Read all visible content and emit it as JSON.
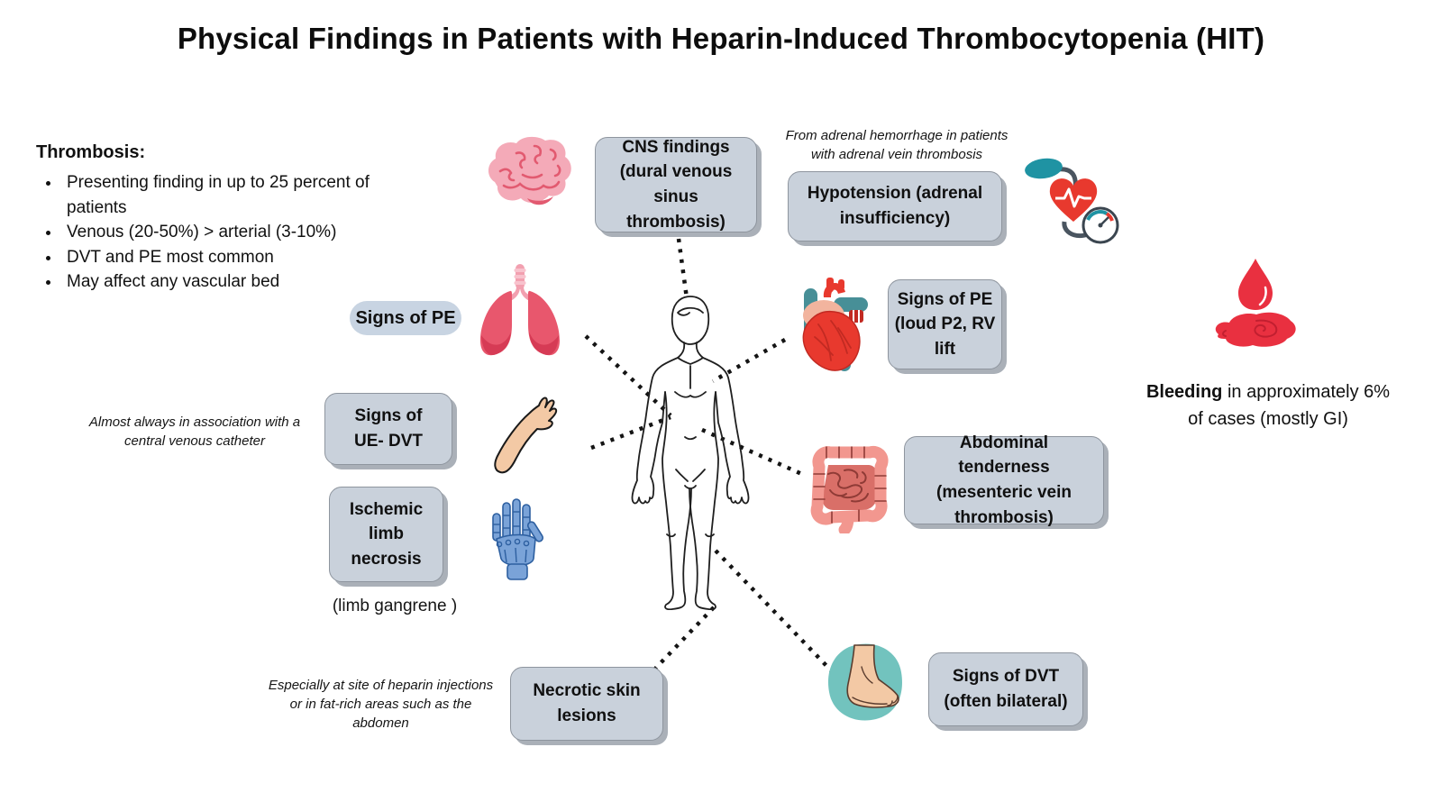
{
  "title": "Physical Findings in Patients with Heparin-Induced Thrombocytopenia (HIT)",
  "thrombosis": {
    "heading": "Thrombosis:",
    "bullets": [
      "Presenting finding in up to 25 percent of patients",
      "Venous (20-50%) > arterial (3-10%)",
      "DVT and PE most common",
      "May affect any vascular bed"
    ]
  },
  "findings": {
    "cns": "CNS findings (dural venous sinus thrombosis)",
    "hypotension": "Hypotension (adrenal insufficiency)",
    "pe_lungs": "Signs of PE",
    "pe_heart": "Signs of PE (loud P2, RV lift",
    "ue_dvt": "Signs of UE- DVT",
    "ischemic_limb": "Ischemic limb necrosis",
    "limb_gangrene": "(limb gangrene )",
    "abdominal": "Abdominal tenderness (mesenteric vein thrombosis)",
    "necrotic": "Necrotic skin lesions",
    "dvt": "Signs of DVT (often bilateral)"
  },
  "annotations": {
    "adrenal": "From adrenal hemorrhage in patients with adrenal vein thrombosis",
    "catheter": "Almost always in association with a central venous catheter",
    "heparin_sites": "Especially at site of heparin injections or in fat-rich areas such as the abdomen"
  },
  "bleeding": {
    "lead": "Bleeding",
    "rest": " in approximately 6% of cases (mostly GI)"
  },
  "icons": [
    "brain-icon",
    "lungs-icon",
    "heart-icon",
    "blood-pressure-monitor-icon",
    "arm-icon",
    "skeletal-hand-icon",
    "intestines-icon",
    "foot-icon",
    "blood-drop-icon",
    "body-figure"
  ],
  "colors": {
    "box_fill": "#c9d1db",
    "box_border": "#8e959e",
    "box_shadow": "#aab0b8",
    "pill_fill": "#c8d4e2",
    "text": "#111111",
    "red": "#e8392e",
    "pink": "#f4aab8",
    "teal": "#1f93a3",
    "blue": "#7aa3d8",
    "skin": "#f3c9a5"
  }
}
